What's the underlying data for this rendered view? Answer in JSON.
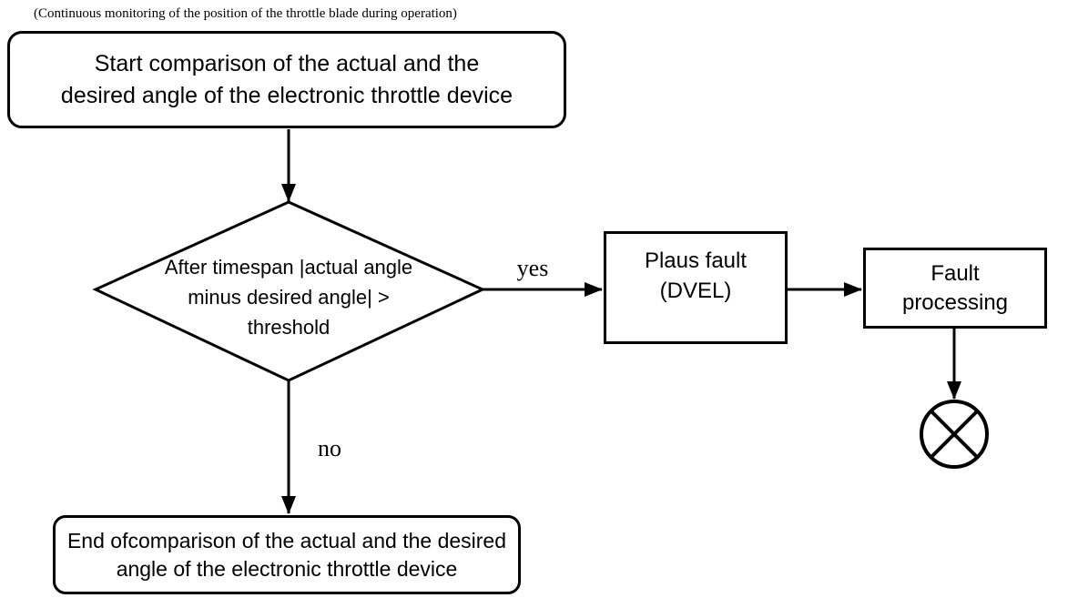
{
  "caption": "(Continuous monitoring of the position of the throttle blade during operation)",
  "colors": {
    "ink": "#000000",
    "background": "#ffffff"
  },
  "nodes": {
    "start": {
      "lines": [
        "Start comparison of the actual and the",
        "desired angle of the electronic throttle device"
      ]
    },
    "decision": {
      "lines": [
        "After timespan |actual angle",
        "minus desired angle| >",
        "threshold"
      ]
    },
    "plaus_fault": {
      "lines": [
        "Plaus fault",
        "(DVEL)"
      ]
    },
    "fault_processing": {
      "lines": [
        "Fault",
        "processing"
      ]
    },
    "end": {
      "lines": [
        "End ofcomparison of the actual and the desired",
        "angle of the electronic throttle device"
      ]
    }
  },
  "edge_labels": {
    "yes": "yes",
    "no": "no"
  },
  "icons": {
    "fault_terminator": "circle-cross"
  }
}
